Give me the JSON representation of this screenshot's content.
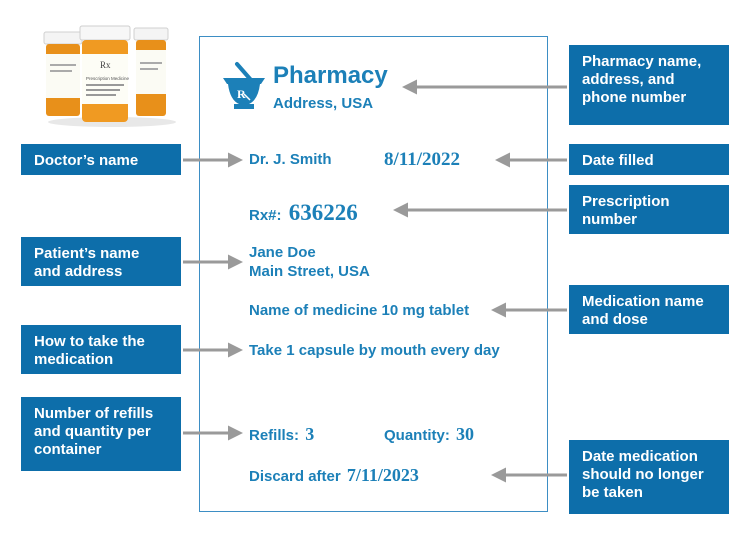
{
  "colors": {
    "label_bg": "#0d6eaa",
    "label_text": "#ffffff",
    "card_text": "#1c80b8",
    "card_border": "#3d8ec4",
    "arrow": "#9a9a9a"
  },
  "icons": {
    "pharmacy_logo": "mortar-pestle-rx-icon",
    "bottles": "prescription-bottles-image"
  },
  "bottle_label": {
    "rx": "Rx",
    "text": "Prescription Medicine"
  },
  "labels": {
    "pharmacy_info": "Pharmacy name,\naddress, and\nphone number",
    "date_filled": "Date filled",
    "prescription_number": "Prescription\nnumber",
    "medication_name_dose": "Medication name\nand dose",
    "discard_date": "Date medication\nshould no longer\nbe taken",
    "doctor_name": "Doctor’s name",
    "patient_name_address": "Patient’s name\nand address",
    "how_to_take": "How to take the\nmedication",
    "refills_quantity": "Number of refills\nand quantity per\ncontainer"
  },
  "prescription": {
    "pharmacy_name": "Pharmacy",
    "pharmacy_address": "Address, USA",
    "doctor": "Dr. J. Smith",
    "date_filled": "8/11/2022",
    "rx_label": "Rx#:",
    "rx_number": "636226",
    "patient_name": "Jane Doe",
    "patient_address": "Main Street, USA",
    "medicine": "Name of medicine 10 mg tablet",
    "directions": "Take 1 capsule by mouth every day",
    "refills_label": "Refills:",
    "refills_value": "3",
    "quantity_label": "Quantity:",
    "quantity_value": "30",
    "discard_label": "Discard after",
    "discard_date": "7/11/2023"
  }
}
